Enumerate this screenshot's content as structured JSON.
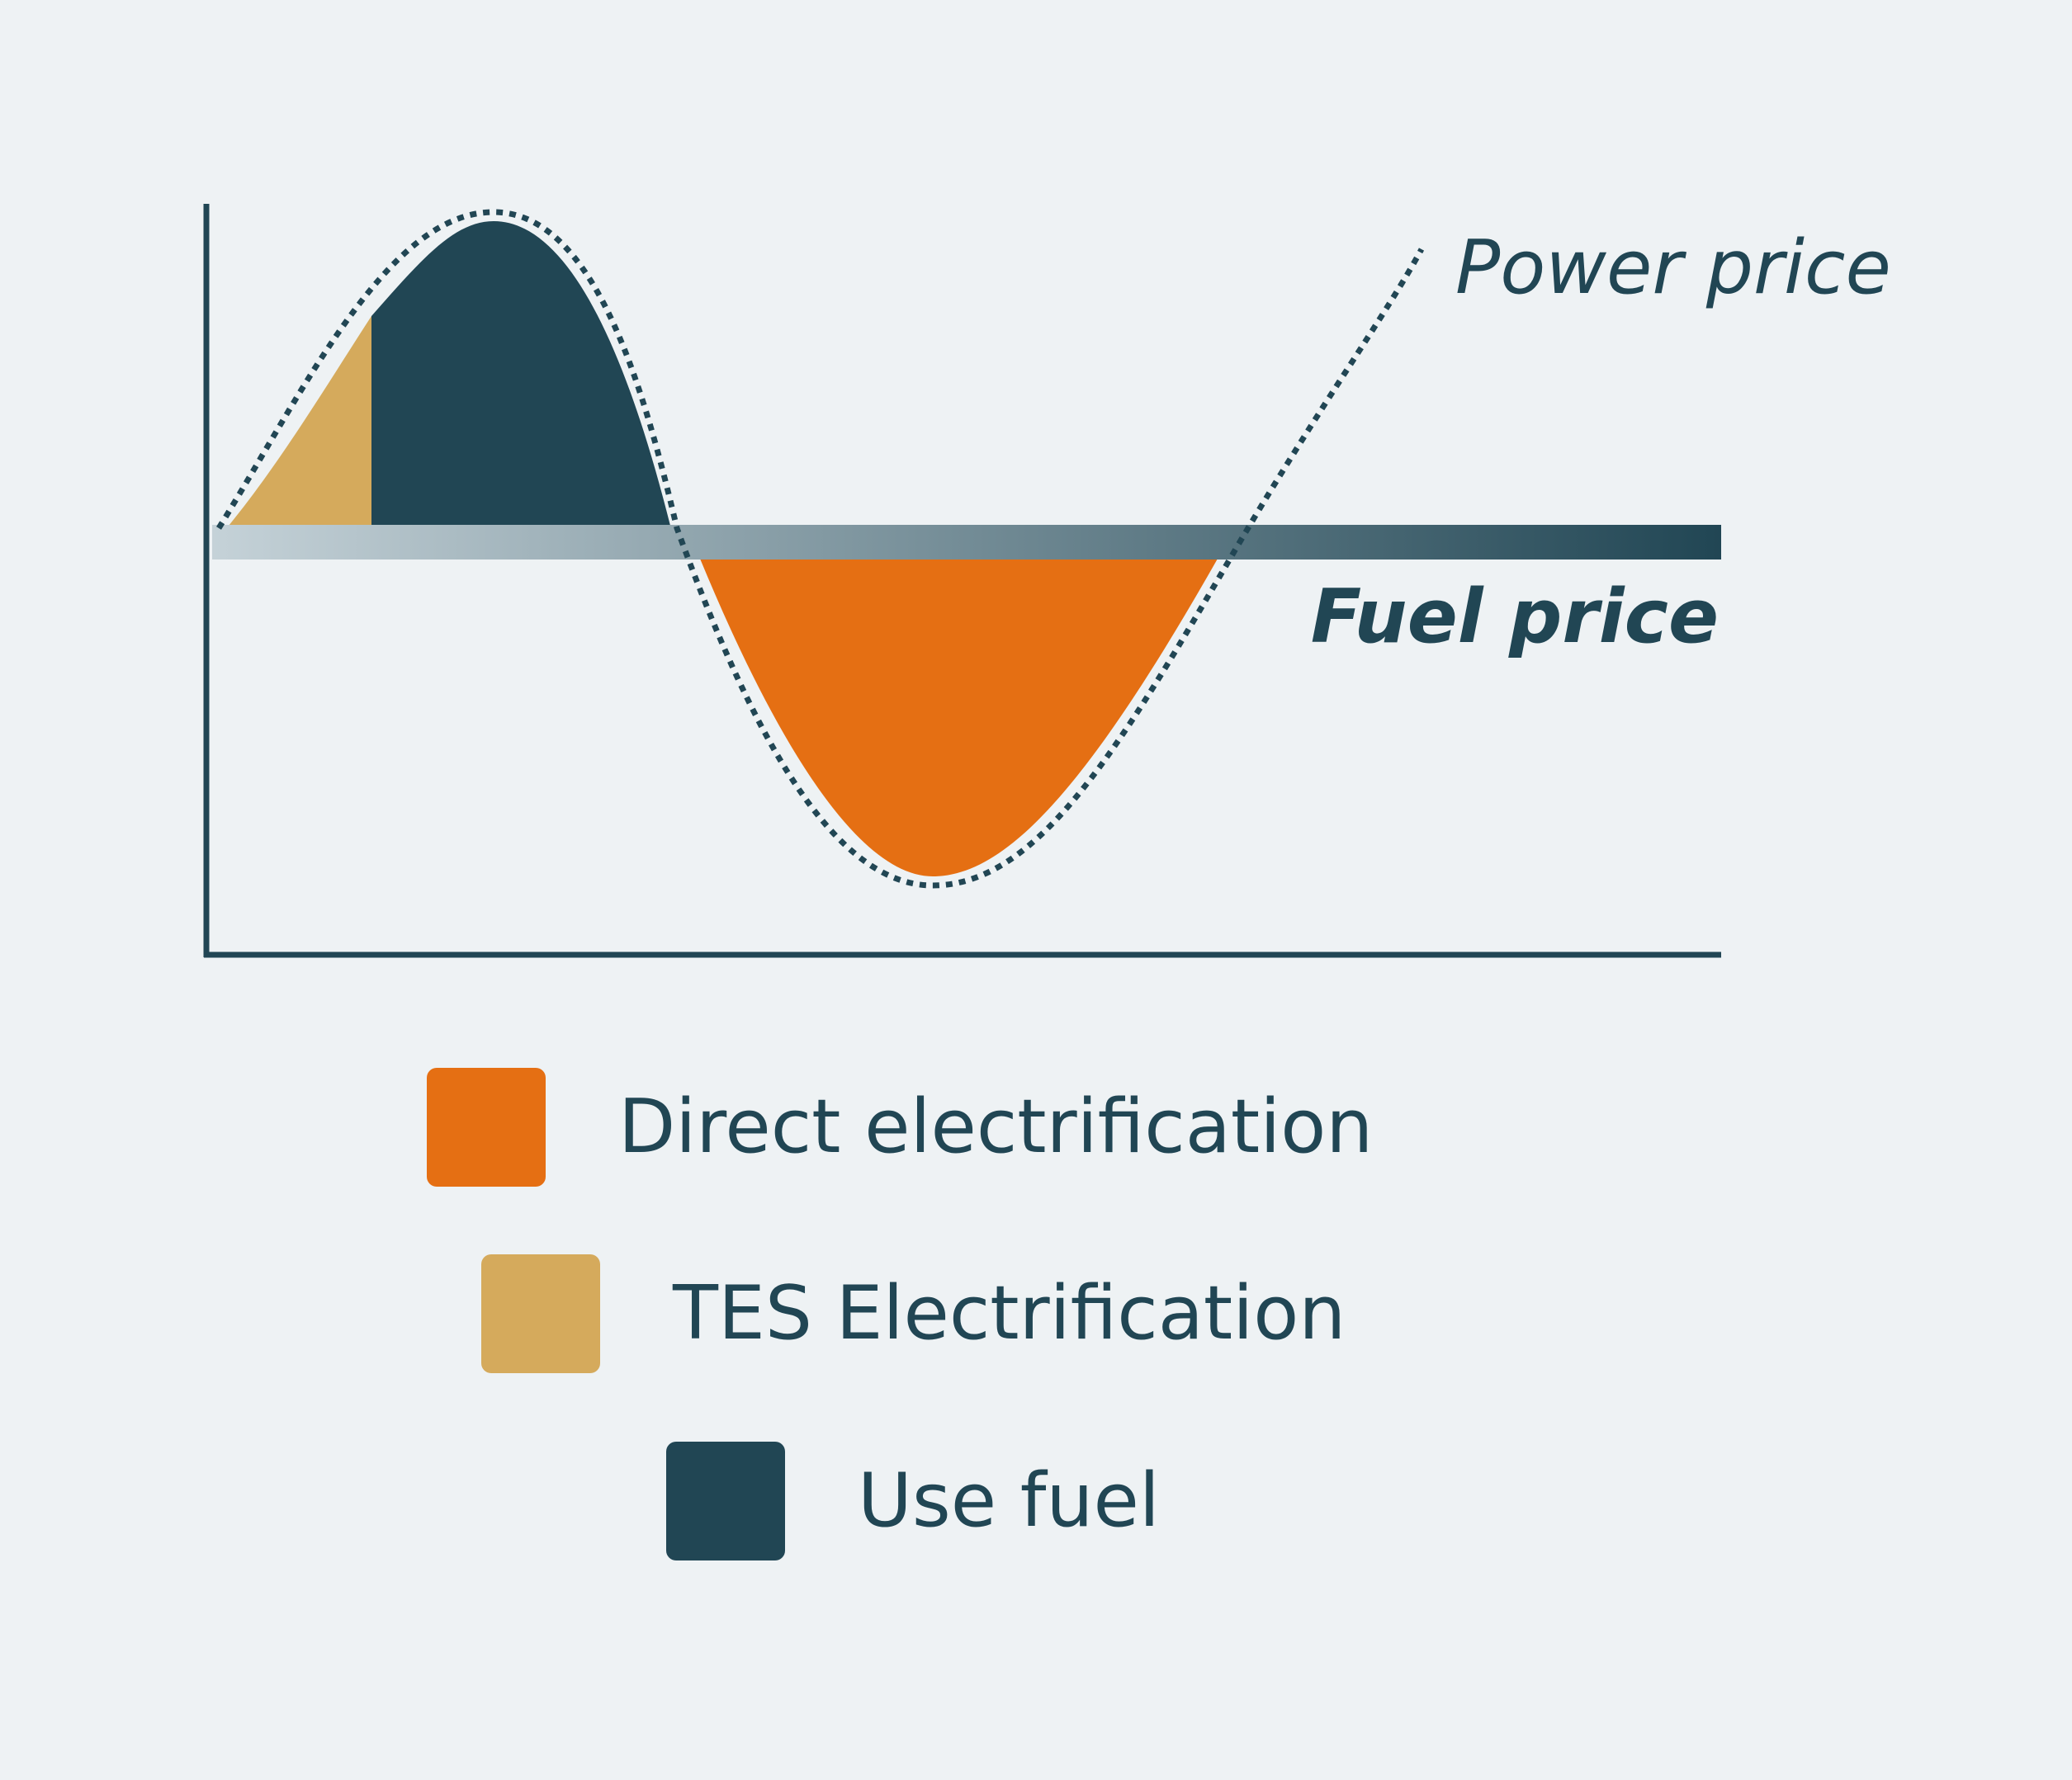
{
  "labels": {
    "power_price": "Power price",
    "fuel_price": "Fuel price"
  },
  "legend": [
    {
      "label": "Direct electrification",
      "color": "#e56f13"
    },
    {
      "label": "TES Electrification",
      "color": "#d5aa5c"
    },
    {
      "label": "Use fuel",
      "color": "#214654"
    }
  ],
  "colors": {
    "background": "#eef2f4",
    "axis": "#214654",
    "direct_electrification": "#e56f13",
    "tes_electrification": "#d5aa5c",
    "use_fuel": "#214654",
    "fuel_line_start": "#c5d2d8",
    "fuel_line_end": "#214654"
  }
}
